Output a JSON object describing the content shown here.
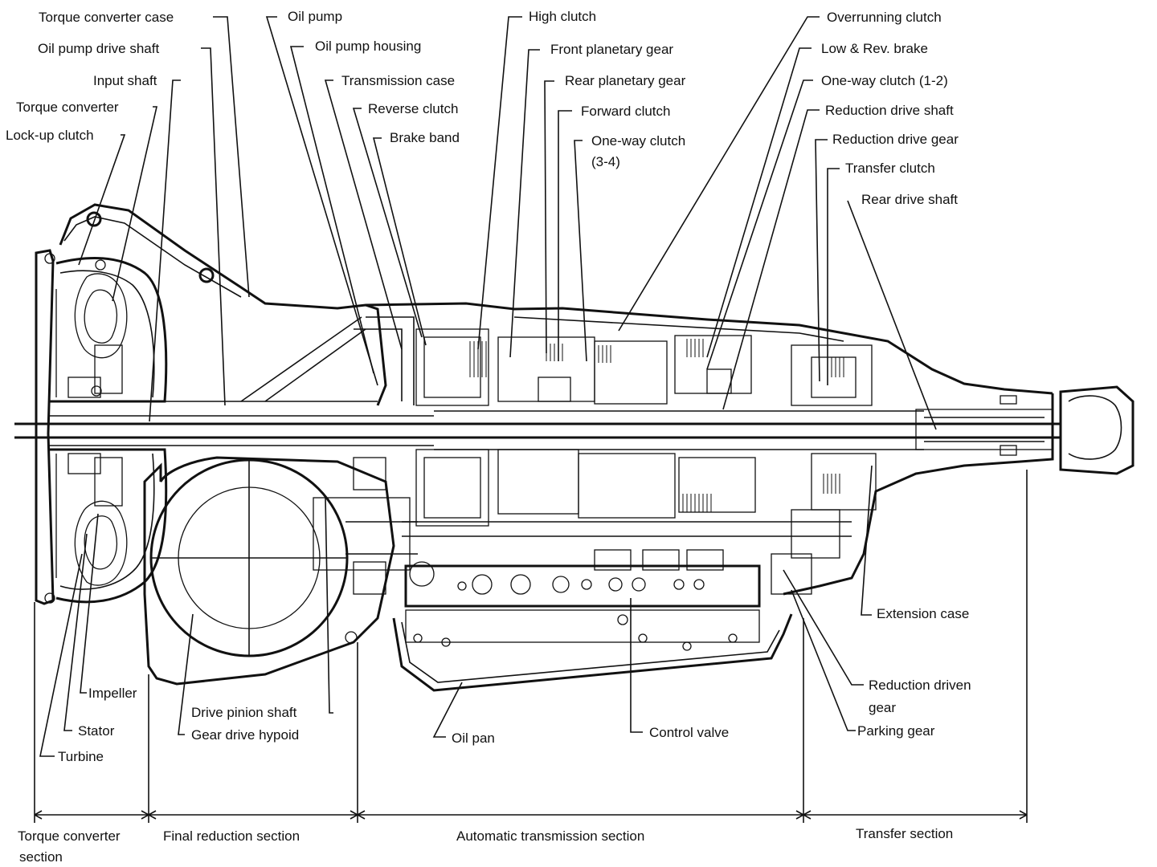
{
  "labels": {
    "torque_converter_case": "Torque converter case",
    "oil_pump_drive_shaft": "Oil pump drive shaft",
    "input_shaft": "Input shaft",
    "torque_converter": "Torque converter",
    "lockup_clutch": "Lock-up clutch",
    "oil_pump": "Oil pump",
    "oil_pump_housing": "Oil pump housing",
    "transmission_case": "Transmission case",
    "reverse_clutch": "Reverse clutch",
    "brake_band": "Brake band",
    "high_clutch": "High clutch",
    "front_planetary_gear": "Front planetary gear",
    "rear_planetary_gear": "Rear planetary gear",
    "forward_clutch": "Forward clutch",
    "one_way_clutch_34_line1": "One-way clutch",
    "one_way_clutch_34_line2": "(3-4)",
    "overrunning_clutch": "Overrunning clutch",
    "low_rev_brake": "Low & Rev. brake",
    "one_way_clutch_12": "One-way clutch (1-2)",
    "reduction_drive_shaft": "Reduction drive shaft",
    "reduction_drive_gear": "Reduction drive gear",
    "transfer_clutch": "Transfer clutch",
    "rear_drive_shaft": "Rear drive shaft",
    "extension_case": "Extension case",
    "reduction_driven_gear_line1": "Reduction driven",
    "reduction_driven_gear_line2": "gear",
    "parking_gear": "Parking gear",
    "control_valve": "Control valve",
    "oil_pan": "Oil pan",
    "drive_pinion_shaft": "Drive pinion shaft",
    "gear_drive_hypoid": "Gear drive hypoid",
    "impeller": "Impeller",
    "stator": "Stator",
    "turbine": "Turbine"
  },
  "sections": {
    "torque_converter_line1": "Torque converter",
    "torque_converter_line2": "section",
    "final_reduction": "Final reduction section",
    "automatic_transmission": "Automatic transmission section",
    "transfer": "Transfer section"
  }
}
